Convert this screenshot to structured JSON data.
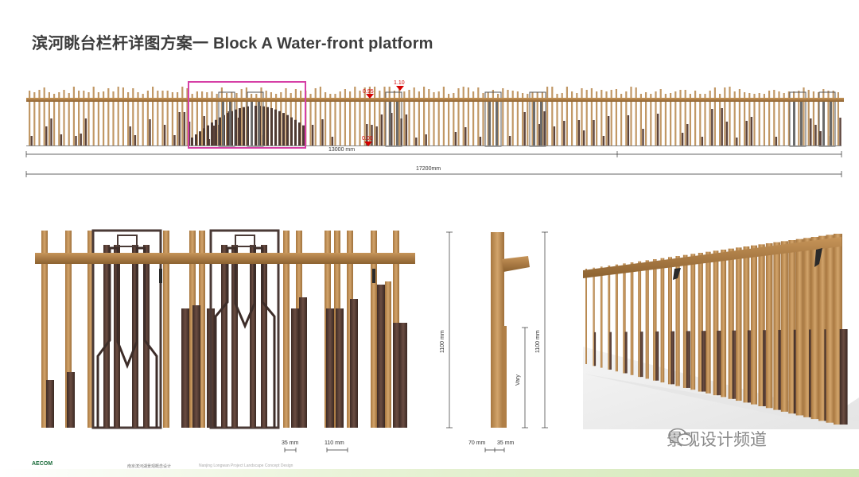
{
  "title": "滨河眺台栏杆详图方案一 Block A Water-front platform",
  "elevation": {
    "level_top": "1.10",
    "level_mid": "0.95",
    "level_base": "0.00",
    "dim_inner": "13000 mm",
    "dim_total": "17200mm"
  },
  "detail": {
    "dim_a": "35 mm",
    "dim_b": "110 mm"
  },
  "section": {
    "height_left": "1100 mm",
    "height_right": "1100 mm",
    "vary": "Vary",
    "dim_a": "70 mm",
    "dim_b": "35 mm"
  },
  "footer": {
    "logo": "AECOM",
    "project": "南京滨河湖景观概念设计",
    "description": "Nanjing Longwan Project Landscape Concept Design"
  },
  "watermark": "景观设计频道",
  "colors": {
    "wood": "#b98a52",
    "dark_post": "#5a4038",
    "highlight": "#d63fa6",
    "marker": "#d40000"
  }
}
